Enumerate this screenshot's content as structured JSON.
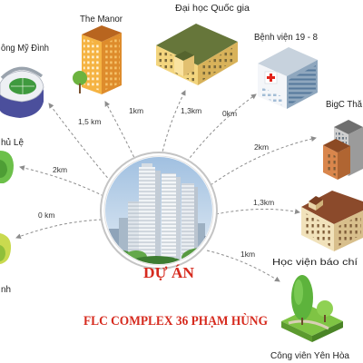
{
  "project": {
    "label": "DỰ ÁN",
    "name": "FLC COMPLEX 36 PHẠM HÙNG"
  },
  "colors": {
    "title": "#d62a1e",
    "connector": "#8d8d8d"
  },
  "center": {
    "icon": "project-towers-photo"
  },
  "landmarks": [
    {
      "name": "ông Mỹ Đình",
      "distance": "1,5 km",
      "icon": "stadium-icon"
    },
    {
      "name": "The Manor",
      "distance": "1km",
      "icon": "apartment-building-icon"
    },
    {
      "name": "Đại học Quốc gia",
      "distance": "1,3km",
      "icon": "university-icon"
    },
    {
      "name": "Bệnh viện 19 - 8",
      "distance": "0km",
      "icon": "hospital-icon"
    },
    {
      "name": "BigC Thă",
      "distance": "2km",
      "icon": "shopping-center-icon"
    },
    {
      "name": "hủ Lệ",
      "distance": "2km",
      "icon": "tree-icon"
    },
    {
      "name": "Học viện báo chí",
      "distance": "1,3km",
      "icon": "academy-building-icon"
    },
    {
      "name": "nh",
      "distance": "0 km",
      "icon": "landmark-icon"
    },
    {
      "name": "Công viên Yên Hòa",
      "distance": "1km",
      "icon": "park-icon"
    }
  ]
}
